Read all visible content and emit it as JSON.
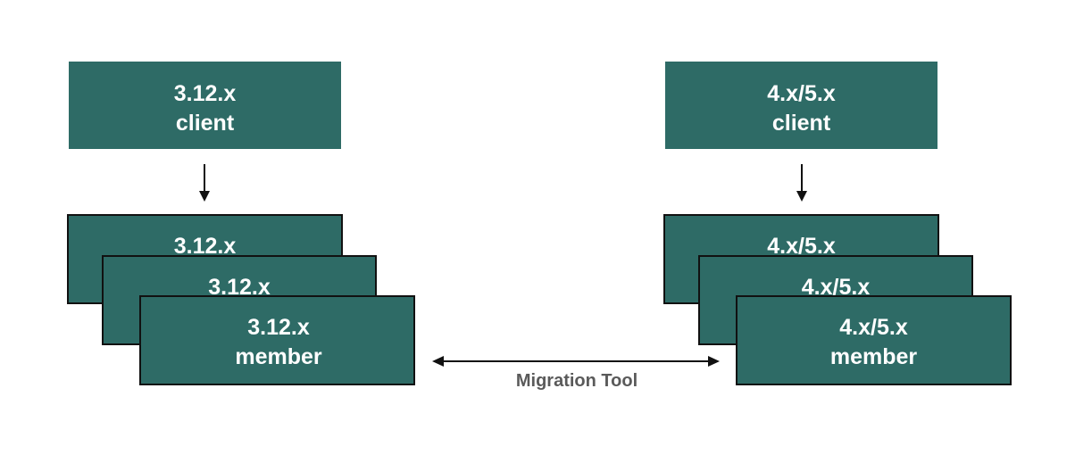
{
  "colors": {
    "box_fill": "#2e6b66",
    "border": "#111111",
    "arrow": "#111111",
    "label": "#5a5a5a"
  },
  "left": {
    "client": {
      "version": "3.12.x",
      "role": "client"
    },
    "members": [
      {
        "version": "3.12.x",
        "role": ""
      },
      {
        "version": "3.12.x",
        "role": ""
      },
      {
        "version": "3.12.x",
        "role": "member"
      }
    ]
  },
  "right": {
    "client": {
      "version": "4.x/5.x",
      "role": "client"
    },
    "members": [
      {
        "version": "4.x/5.x",
        "role": ""
      },
      {
        "version": "4.x/5.x",
        "role": ""
      },
      {
        "version": "4.x/5.x",
        "role": "member"
      }
    ]
  },
  "migration_tool": {
    "label": "Migration Tool"
  }
}
